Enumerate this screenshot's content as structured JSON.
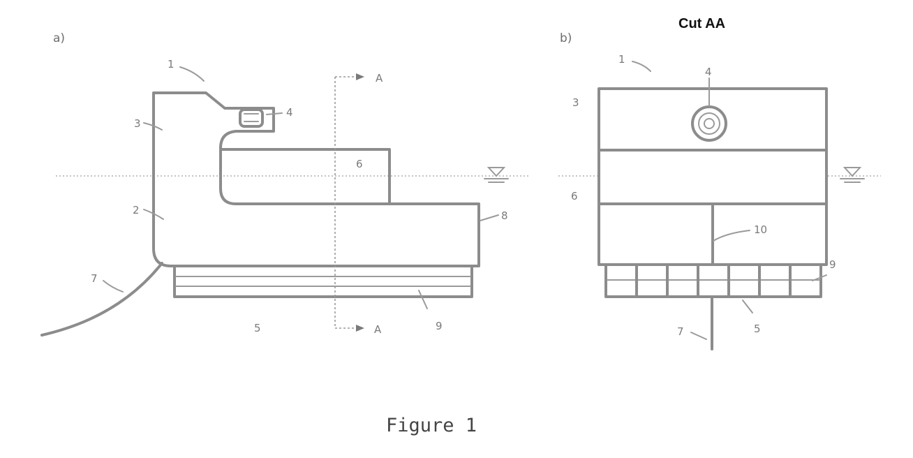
{
  "panel_a": {
    "label": "a)",
    "numbers": {
      "n1": "1",
      "n3": "3",
      "n4": "4",
      "n6": "6",
      "n2": "2",
      "n8": "8",
      "n7": "7",
      "n5": "5",
      "n9": "9"
    },
    "section_marker_top": "A",
    "section_marker_bottom": "A"
  },
  "panel_b": {
    "label": "b)",
    "title": "Cut AA",
    "numbers": {
      "n1": "1",
      "n4": "4",
      "n3": "3",
      "n6": "6",
      "n10": "10",
      "n9": "9",
      "n5": "5",
      "n7": "7"
    }
  },
  "caption": "Figure 1"
}
